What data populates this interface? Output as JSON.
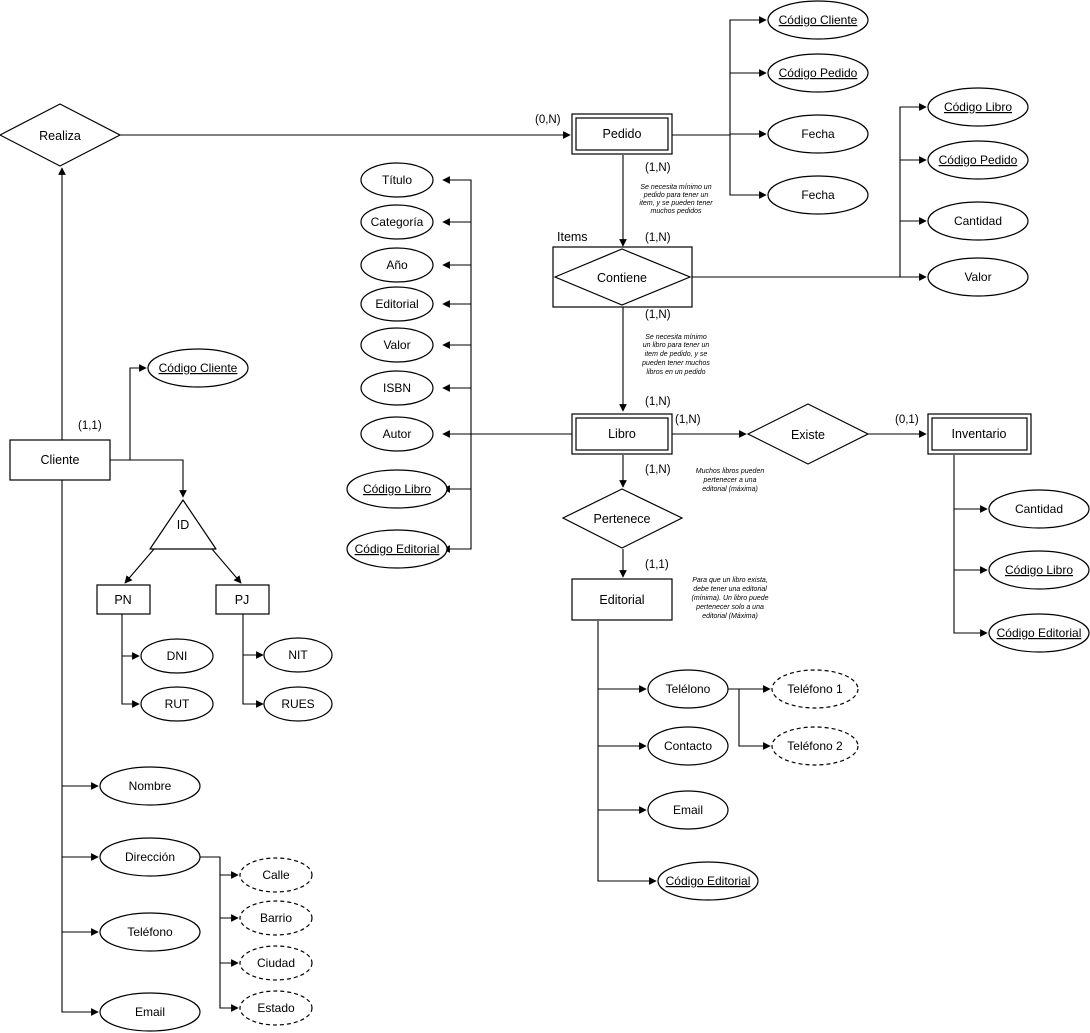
{
  "nodes": [
    {
      "id": "realiza",
      "label": "Realiza",
      "kind": "relationship"
    },
    {
      "id": "pedido",
      "label": "Pedido",
      "kind": "weak-entity"
    },
    {
      "id": "contiene",
      "label": "Contiene",
      "kind": "associative-entity"
    },
    {
      "id": "items",
      "label": "Items",
      "kind": "label"
    },
    {
      "id": "libro",
      "label": "Libro",
      "kind": "weak-entity"
    },
    {
      "id": "existe",
      "label": "Existe",
      "kind": "relationship"
    },
    {
      "id": "inventario",
      "label": "Inventario",
      "kind": "weak-entity"
    },
    {
      "id": "pertenece",
      "label": "Pertenece",
      "kind": "relationship"
    },
    {
      "id": "editorial",
      "label": "Editorial",
      "kind": "entity"
    },
    {
      "id": "cliente",
      "label": "Cliente",
      "kind": "entity"
    },
    {
      "id": "id",
      "label": "ID",
      "kind": "specialization"
    },
    {
      "id": "pn",
      "label": "PN",
      "kind": "entity"
    },
    {
      "id": "pj",
      "label": "PJ",
      "kind": "entity"
    },
    {
      "id": "p_codcli",
      "label": "Código Cliente",
      "kind": "key-attribute"
    },
    {
      "id": "p_codped",
      "label": "Código Pedido",
      "kind": "key-attribute"
    },
    {
      "id": "p_fecha1",
      "label": "Fecha",
      "kind": "attribute"
    },
    {
      "id": "p_fecha2",
      "label": "Fecha",
      "kind": "attribute"
    },
    {
      "id": "c_codlib",
      "label": "Código Libro",
      "kind": "key-attribute"
    },
    {
      "id": "c_codped",
      "label": "Código Pedido",
      "kind": "key-attribute"
    },
    {
      "id": "c_cant",
      "label": "Cantidad",
      "kind": "attribute"
    },
    {
      "id": "c_valor",
      "label": "Valor",
      "kind": "attribute"
    },
    {
      "id": "l_titulo",
      "label": "Título",
      "kind": "attribute"
    },
    {
      "id": "l_categoria",
      "label": "Categoría",
      "kind": "attribute"
    },
    {
      "id": "l_anio",
      "label": "Año",
      "kind": "attribute"
    },
    {
      "id": "l_editorial",
      "label": "Editorial",
      "kind": "attribute"
    },
    {
      "id": "l_valor",
      "label": "Valor",
      "kind": "attribute"
    },
    {
      "id": "l_isbn",
      "label": "ISBN",
      "kind": "attribute"
    },
    {
      "id": "l_autor",
      "label": "Autor",
      "kind": "attribute"
    },
    {
      "id": "l_codlib",
      "label": "Código Libro",
      "kind": "key-attribute"
    },
    {
      "id": "l_codedit",
      "label": "Código Editorial",
      "kind": "key-attribute"
    },
    {
      "id": "i_cant",
      "label": "Cantidad",
      "kind": "attribute"
    },
    {
      "id": "i_codlib",
      "label": "Código Libro",
      "kind": "key-attribute"
    },
    {
      "id": "i_codedit",
      "label": "Código Editorial",
      "kind": "key-attribute"
    },
    {
      "id": "e_tel",
      "label": "Telélono",
      "kind": "attribute"
    },
    {
      "id": "e_tel1",
      "label": "Teléfono 1",
      "kind": "composite-part"
    },
    {
      "id": "e_tel2",
      "label": "Teléfono 2",
      "kind": "composite-part"
    },
    {
      "id": "e_contacto",
      "label": "Contacto",
      "kind": "attribute"
    },
    {
      "id": "e_email",
      "label": "Email",
      "kind": "attribute"
    },
    {
      "id": "e_codedit",
      "label": "Código Editorial",
      "kind": "key-attribute"
    },
    {
      "id": "cl_codcli",
      "label": "Código Cliente",
      "kind": "key-attribute"
    },
    {
      "id": "pn_dni",
      "label": "DNI",
      "kind": "attribute"
    },
    {
      "id": "pn_rut",
      "label": "RUT",
      "kind": "attribute"
    },
    {
      "id": "pj_nit",
      "label": "NIT",
      "kind": "attribute"
    },
    {
      "id": "pj_rues",
      "label": "RUES",
      "kind": "attribute"
    },
    {
      "id": "cl_nombre",
      "label": "Nombre",
      "kind": "attribute"
    },
    {
      "id": "cl_direccion",
      "label": "Dirección",
      "kind": "attribute"
    },
    {
      "id": "cl_calle",
      "label": "Calle",
      "kind": "composite-part"
    },
    {
      "id": "cl_barrio",
      "label": "Barrio",
      "kind": "composite-part"
    },
    {
      "id": "cl_ciudad",
      "label": "Ciudad",
      "kind": "composite-part"
    },
    {
      "id": "cl_estado",
      "label": "Estado",
      "kind": "composite-part"
    },
    {
      "id": "cl_telefono",
      "label": "Teléfono",
      "kind": "attribute"
    },
    {
      "id": "cl_email",
      "label": "Email",
      "kind": "attribute"
    }
  ],
  "edges": [
    {
      "from": "realiza",
      "to": "pedido"
    },
    {
      "from": "cliente",
      "to": "realiza"
    },
    {
      "from": "pedido",
      "to": "p_codcli"
    },
    {
      "from": "pedido",
      "to": "p_codped"
    },
    {
      "from": "pedido",
      "to": "p_fecha1"
    },
    {
      "from": "pedido",
      "to": "p_fecha2"
    },
    {
      "from": "pedido",
      "to": "contiene"
    },
    {
      "from": "contiene",
      "to": "c_codlib"
    },
    {
      "from": "contiene",
      "to": "c_codped"
    },
    {
      "from": "contiene",
      "to": "c_cant"
    },
    {
      "from": "contiene",
      "to": "c_valor"
    },
    {
      "from": "contiene",
      "to": "libro"
    },
    {
      "from": "libro",
      "to": "l_titulo"
    },
    {
      "from": "libro",
      "to": "l_categoria"
    },
    {
      "from": "libro",
      "to": "l_anio"
    },
    {
      "from": "libro",
      "to": "l_editorial"
    },
    {
      "from": "libro",
      "to": "l_valor"
    },
    {
      "from": "libro",
      "to": "l_isbn"
    },
    {
      "from": "libro",
      "to": "l_autor"
    },
    {
      "from": "libro",
      "to": "l_codlib"
    },
    {
      "from": "libro",
      "to": "l_codedit"
    },
    {
      "from": "libro",
      "to": "existe"
    },
    {
      "from": "existe",
      "to": "inventario"
    },
    {
      "from": "inventario",
      "to": "i_cant"
    },
    {
      "from": "inventario",
      "to": "i_codlib"
    },
    {
      "from": "inventario",
      "to": "i_codedit"
    },
    {
      "from": "libro",
      "to": "pertenece"
    },
    {
      "from": "pertenece",
      "to": "editorial"
    },
    {
      "from": "editorial",
      "to": "e_tel"
    },
    {
      "from": "editorial",
      "to": "e_contacto"
    },
    {
      "from": "editorial",
      "to": "e_email"
    },
    {
      "from": "editorial",
      "to": "e_codedit"
    },
    {
      "from": "e_tel",
      "to": "e_tel1"
    },
    {
      "from": "e_tel",
      "to": "e_tel2"
    },
    {
      "from": "cliente",
      "to": "cl_codcli"
    },
    {
      "from": "cliente",
      "to": "id"
    },
    {
      "from": "id",
      "to": "pn"
    },
    {
      "from": "id",
      "to": "pj"
    },
    {
      "from": "pn",
      "to": "pn_dni"
    },
    {
      "from": "pn",
      "to": "pn_rut"
    },
    {
      "from": "pj",
      "to": "pj_nit"
    },
    {
      "from": "pj",
      "to": "pj_rues"
    },
    {
      "from": "cliente",
      "to": "cl_nombre"
    },
    {
      "from": "cliente",
      "to": "cl_direccion"
    },
    {
      "from": "cliente",
      "to": "cl_telefono"
    },
    {
      "from": "cliente",
      "to": "cl_email"
    },
    {
      "from": "cl_direccion",
      "to": "cl_calle"
    },
    {
      "from": "cl_direccion",
      "to": "cl_barrio"
    },
    {
      "from": "cl_direccion",
      "to": "cl_ciudad"
    },
    {
      "from": "cl_direccion",
      "to": "cl_estado"
    }
  ],
  "cardinalities": {
    "pedido_realiza": "(0,N)",
    "pedido_contiene": "(1,N)",
    "contiene_pedido": "(1,N)",
    "contiene_libro": "(1,N)",
    "libro_contiene": "(1,N)",
    "libro_existe": "(1,N)",
    "inventario_existe": "(0,1)",
    "libro_pertenece": "(1,N)",
    "editorial_pertenece": "(1,1)",
    "cliente_realiza": "(1,1)"
  },
  "notes": {
    "note_pedido": [
      "Se necesita mínimo un",
      "pedido para tener un",
      "item, y se pueden tener",
      "muchos pedidos"
    ],
    "note_libro": [
      "Se necesita mínimo",
      "un libro para tener un",
      "item de pedido, y se",
      "pueden tener muchos",
      "libros en un pedido"
    ],
    "note_pertenece": [
      "Muchos libros pueden",
      "pertenecer a una",
      "editorial (máxima)"
    ],
    "note_editorial": [
      "Para que un libro exista,",
      "debe tener una editorial",
      "(mínima). Un libro puede",
      "pertenecer solo a una",
      "editorial (Máxima)"
    ]
  }
}
